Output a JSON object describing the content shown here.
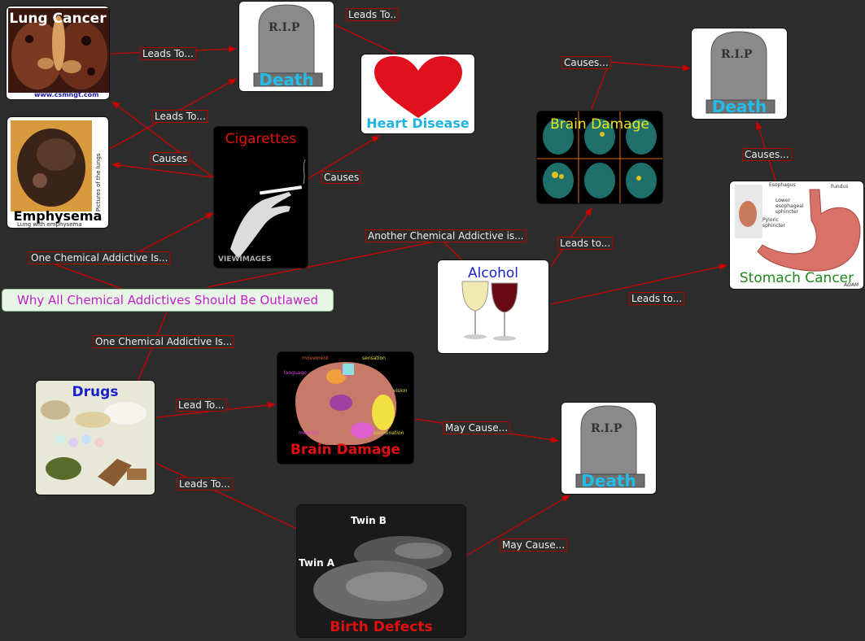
{
  "root": {
    "label": "Why All Chemical Addictives Should Be Outlawed"
  },
  "nodes": {
    "lung_cancer": {
      "title": "Lung Cancer",
      "caption": "www.csmngt.com"
    },
    "emphysema": {
      "title": "Emphysema",
      "caption": "Lung with emphysema",
      "side_caption": "Pictures of the lungs"
    },
    "cigarettes": {
      "title": "Cigarettes",
      "caption": "VIEWIMAGES"
    },
    "death_top": {
      "title": "Death",
      "stone_text": "R.I.P"
    },
    "heart_disease": {
      "title": "Heart Disease"
    },
    "brain_damage_scan": {
      "title": "Brain Damage"
    },
    "death_right": {
      "title": "Death",
      "stone_text": "R.I.P"
    },
    "stomach_cancer": {
      "title": "Stomach Cancer",
      "labels": [
        "Esophagus",
        "Fundus",
        "Lower esophageal sphincter",
        "Pyloric sphincter"
      ],
      "caption": "ADAM"
    },
    "alcohol": {
      "title": "Alcohol"
    },
    "drugs": {
      "title": "Drugs"
    },
    "brain_damage_drugs": {
      "title": "Brain Damage",
      "labels": [
        "movement",
        "sensation",
        "language",
        "vision",
        "memory",
        "coordination"
      ]
    },
    "death_bottom": {
      "title": "Death",
      "stone_text": "R.I.P"
    },
    "birth_defects": {
      "title": "Birth Defects",
      "twin_a": "Twin A",
      "twin_b": "Twin B"
    }
  },
  "edges": {
    "lung_to_death": "Leads To...",
    "cig_to_death": "Leads To...",
    "cig_causes_lung_emph": "Causes",
    "death_heart": "Leads To..",
    "cig_to_heart": "Causes",
    "root_to_cig": "One Chemical Addictive Is...",
    "root_to_alcohol": "Another Chemical Addictive is...",
    "root_to_drugs": "One Chemical Addictive Is...",
    "brain_to_death": "Causes...",
    "alcohol_to_brain": "Leads to...",
    "alcohol_to_stomach": "Leads to...",
    "stomach_to_death": "Causes...",
    "drugs_to_brain": "Lead To...",
    "drugs_to_birth": "Leads To...",
    "brain_to_death_bottom": "May Cause...",
    "birth_to_death_bottom": "May Cause..."
  },
  "colors": {
    "edge": "#cc0000",
    "death_title": "#22bde8",
    "heart_title": "#1fb3e0",
    "red_title": "#e01010",
    "alcohol_title": "#1a23c8",
    "drugs_title": "#1a23c8",
    "stomach_title": "#1e8a1e",
    "brain_scan_title": "#e6e61e"
  }
}
